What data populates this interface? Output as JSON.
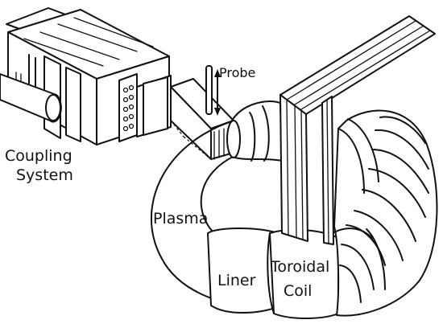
{
  "labels": {
    "probe": "Probe",
    "coupling_line1": "Coupling",
    "coupling_line2": "System",
    "plasma": "Plasma",
    "liner": "Liner",
    "toroidal_line1": "Toroidal",
    "toroidal_line2": "Coil"
  },
  "colors": {
    "ink": "#111111",
    "paper": "#ffffff"
  }
}
